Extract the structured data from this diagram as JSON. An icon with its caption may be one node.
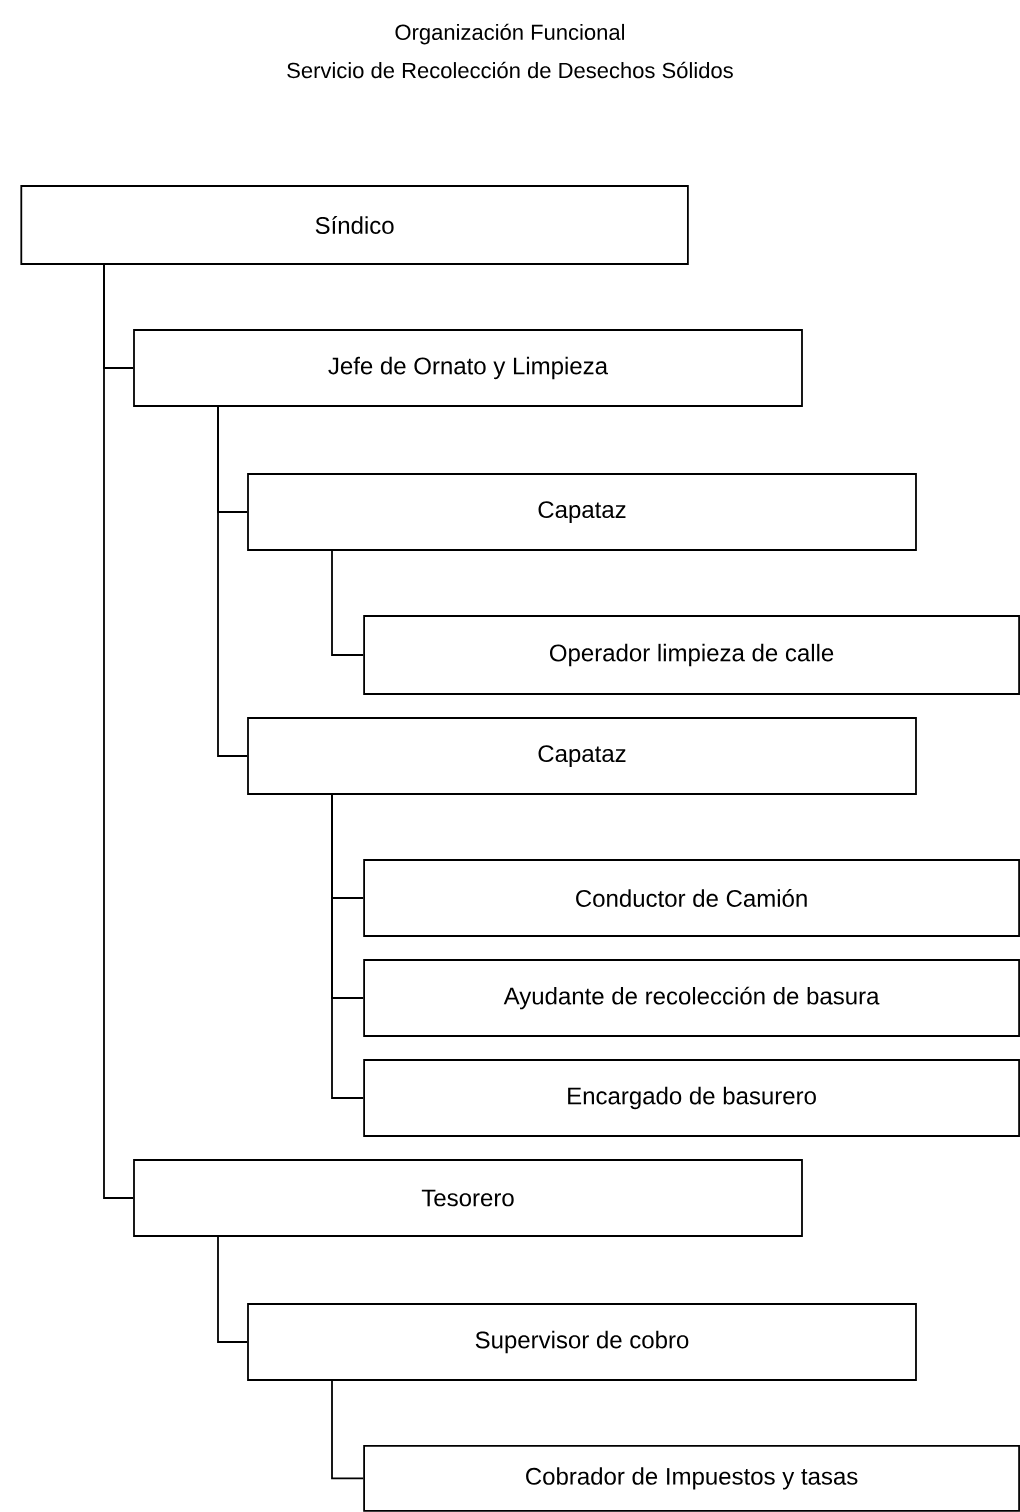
{
  "diagram": {
    "title": "Organización Funcional",
    "nodes": [
      {
        "text": [
          "Síndico"
        ]
      },
      {
        "text": [
          "Jefe de Ornato y Limpieza"
        ]
      },
      {
        "text": [
          "Capataz"
        ]
      },
      {
        "text": [
          "Operador limpieza de calle"
        ]
      },
      {
        "text": [
          "Capataz"
        ]
      },
      {
        "text": [
          "Conductor de Camión"
        ]
      },
      {
        "text": [
          "Ayudante de recolección de basura"
        ]
      },
      {
        "text": [
          "Encargado de basurero"
        ]
      },
      {
        "text": [
          "Tesorero"
        ]
      },
      {
        "text": [
          "Supervisor de cobro"
        ]
      },
      {
        "text": [
          "Cobrador de Impuestos y tasas"
        ]
      }
    ],
    "edges": [
      {
        "from": 0,
        "to": 1,
        "arrow": "none"
      },
      {
        "from": 1,
        "to": 2,
        "arrow": "none"
      },
      {
        "from": 2,
        "to": 3,
        "arrow": "none"
      },
      {
        "from": 1,
        "to": 4,
        "arrow": "none"
      },
      {
        "from": 4,
        "to": 5,
        "arrow": "none"
      },
      {
        "from": 4,
        "to": 6,
        "arrow": "none"
      },
      {
        "from": 4,
        "to": 7,
        "arrow": "none"
      },
      {
        "from": 0,
        "to": 8,
        "arrow": "none"
      },
      {
        "from": 8,
        "to": 9,
        "arrow": "none"
      },
      {
        "from": 9,
        "to": 10,
        "arrow": "none"
      }
    ],
    "labels": [
      "Servicio de Recolección de Desechos Sólidos"
    ]
  }
}
